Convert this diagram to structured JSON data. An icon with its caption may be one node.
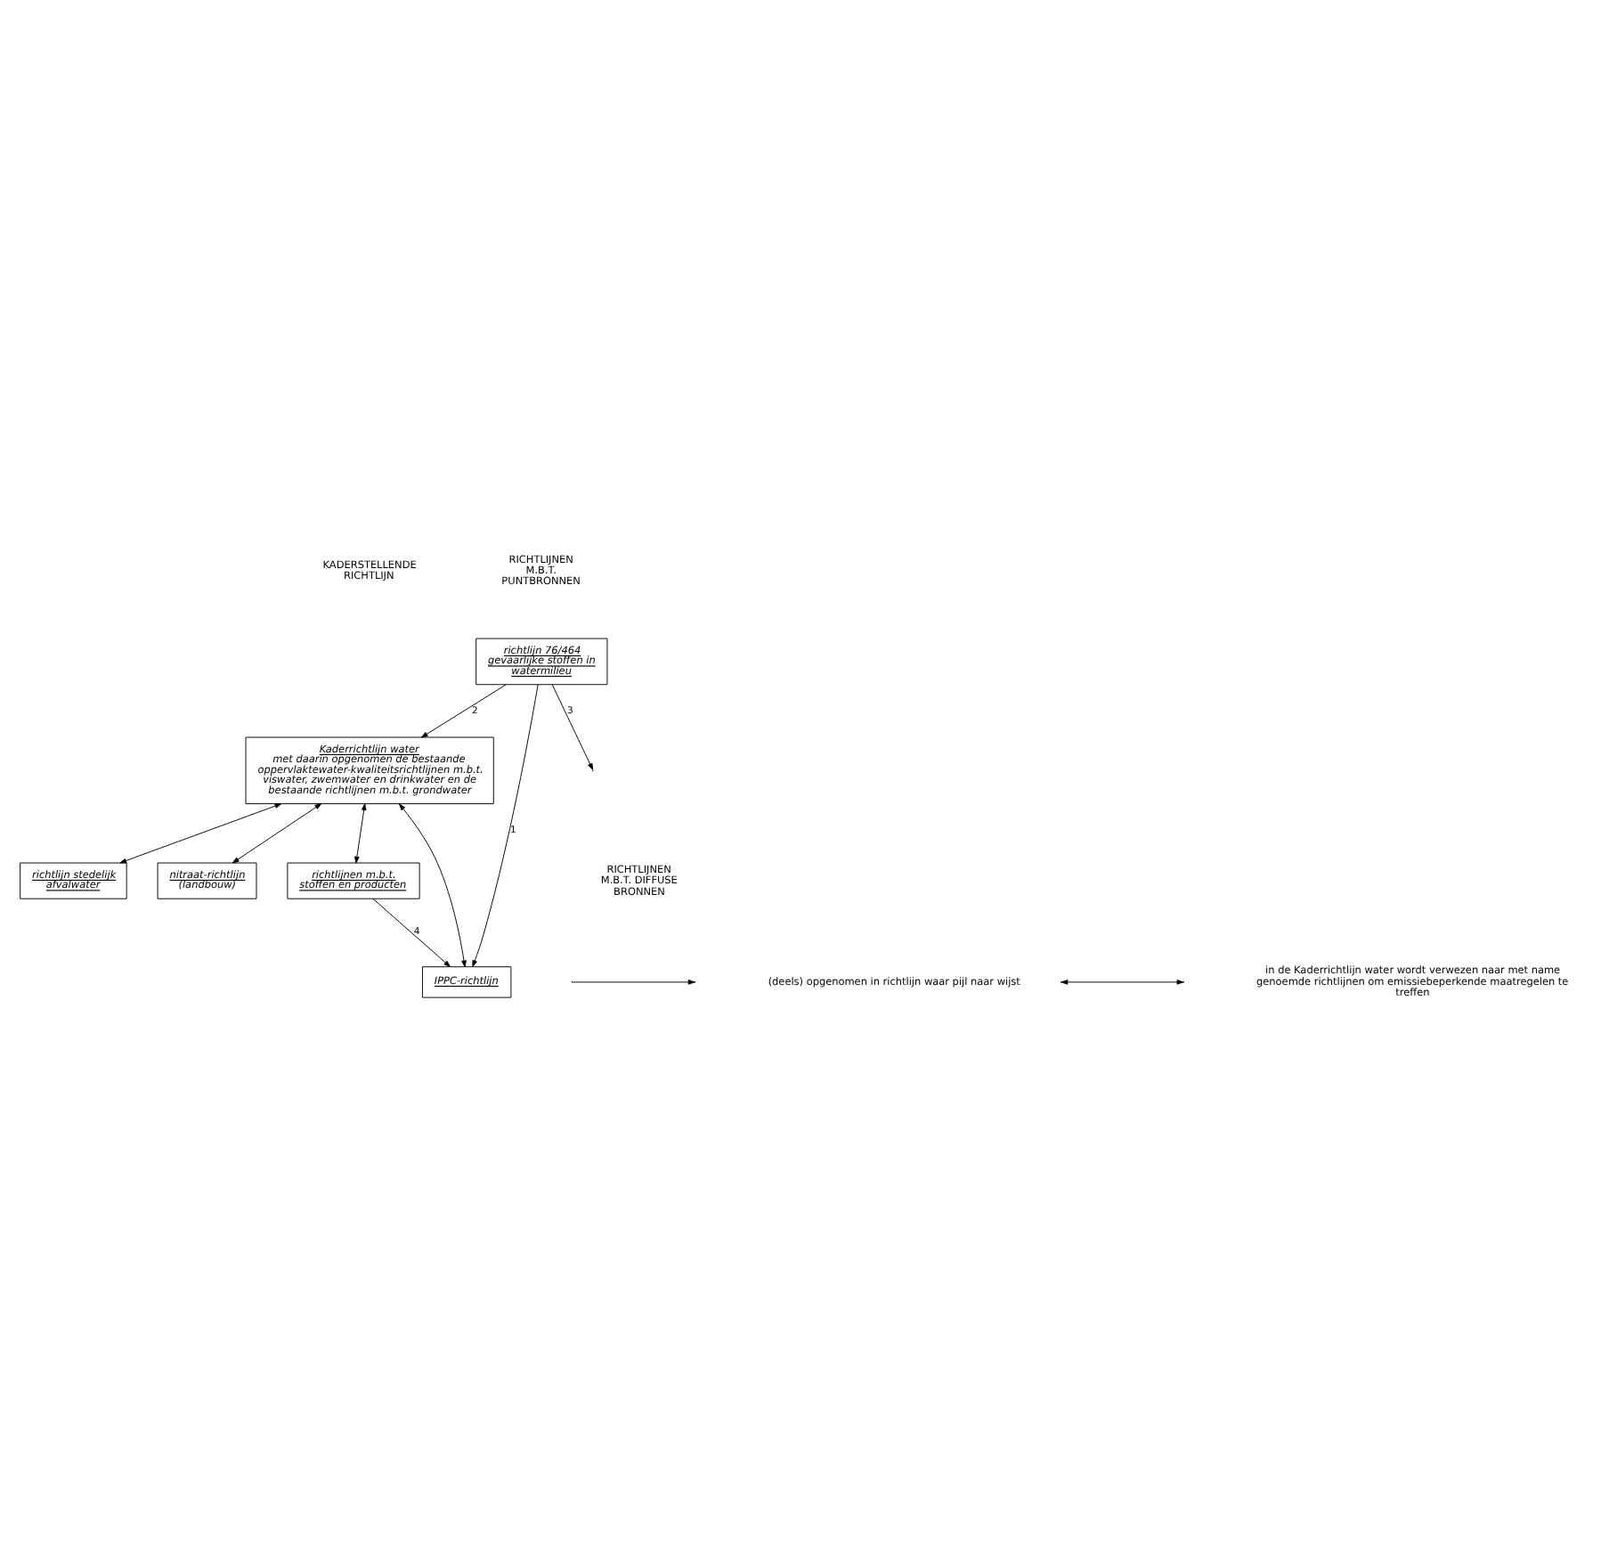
{
  "diagram": {
    "nodes": [
      {
        "text": [
          "Kaderrichtlijn water",
          "met daarin opgenomen de bestaande oppervlaktewater-kwaliteitsrichtlijnen m.b.t. viswater, zwemwater en drinkwater en de bestaande richtlijnen m.b.t. grondwater"
        ]
      },
      {
        "text": [
          "richtlijn 76/464 gevaarlijke stoffen in watermilieu"
        ]
      },
      {
        "text": [
          "IPPC-richtlijn"
        ]
      },
      {
        "text": [
          "richtlijn stedelijk afvalwater"
        ]
      },
      {
        "text": [
          "nitraat-richtlijn",
          "(landbouw)"
        ]
      },
      {
        "text": [
          "richtlijnen m.b.t. stoffen en producten"
        ]
      }
    ],
    "edges": [
      {
        "from": 1,
        "to": 0,
        "arrow": "to",
        "label": "2"
      },
      {
        "from": 1,
        "to": 2,
        "arrow": "to",
        "label": "1"
      },
      {
        "from": 1,
        "to": null,
        "arrow": "to",
        "label": "3"
      },
      {
        "from": 5,
        "to": 2,
        "arrow": "to",
        "label": "4"
      },
      {
        "from": 0,
        "to": 2,
        "arrow": "both"
      },
      {
        "from": 0,
        "to": 3,
        "arrow": "both"
      },
      {
        "from": 0,
        "to": 4,
        "arrow": "both"
      },
      {
        "from": 0,
        "to": 5,
        "arrow": "both"
      }
    ],
    "labels": [
      "KADERSTELLENDE RICHTLIJN",
      "RICHTLIJNEN M.B.T. PUNTBRONNEN",
      "RICHTLIJNEN M.B.T. DIFFUSE BRONNEN"
    ],
    "legend": [
      {
        "text": "(deels) opgenomen in richtlijn waar pijl naar wijst"
      },
      {
        "text": "in de Kaderrichtlijn water wordt verwezen naar met name genoemde richtlijnen om emissiebeperkende maatregelen te treffen"
      }
    ]
  }
}
